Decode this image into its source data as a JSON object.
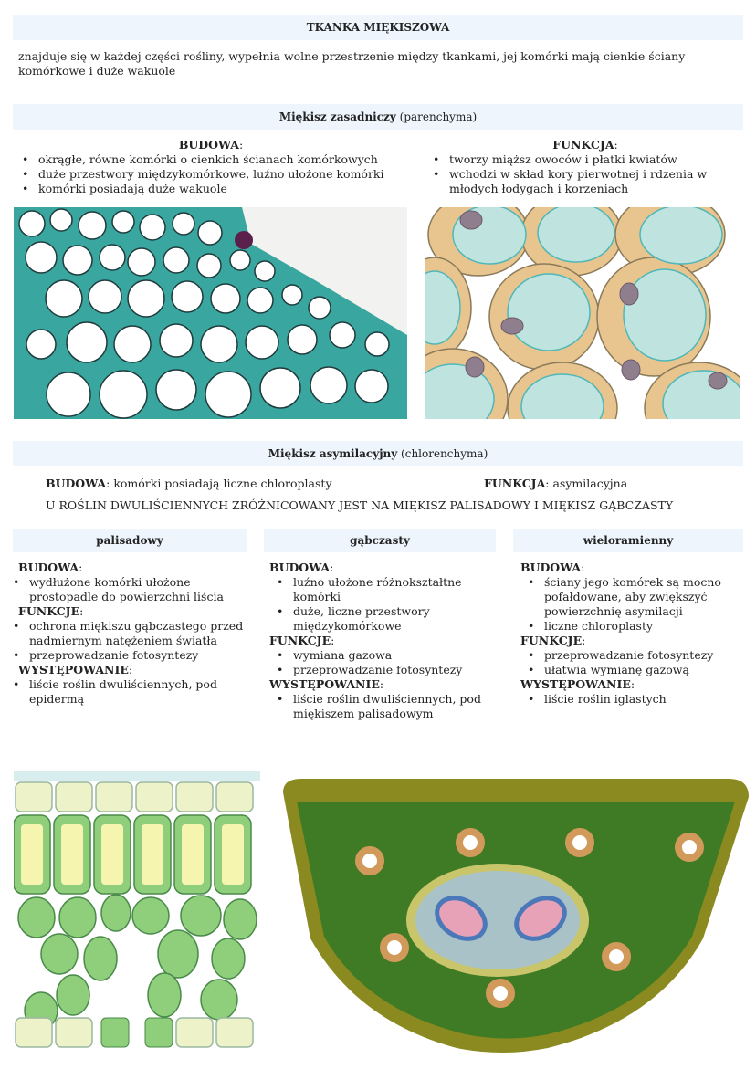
{
  "title": "TKANKA MIĘKISZOWA",
  "intro": "znajduje się w każdej części rośliny, wypełnia wolne przestrzenie między tkankami, jej komórki mają cienkie ściany komórkowe i duże wakuole",
  "parenchyma": {
    "heading_bold": "Miękisz zasadniczy",
    "heading_rest": " (parenchyma)",
    "budowa_label": "BUDOWA",
    "budowa_items": [
      "okrągłe, równe komórki o cienkich ścianach komórkowych",
      "duże przestwory międzykomórkowe, luźno ułożone komórki",
      "komórki posiadają duże wakuole"
    ],
    "funkcja_label": "FUNKCJA",
    "funkcja_items": [
      "tworzy miąższ owoców i płatki kwiatów",
      "wchodzi w skład kory pierwotnej i rdzenia w młodych łodygach i korzeniach"
    ],
    "images": [
      "micrograph-parenchyma-tissue",
      "illustration-parenchyma-cells"
    ]
  },
  "chlorenchyma": {
    "heading_bold": "Miękisz asymilacyjny",
    "heading_rest": " (chlorenchyma)",
    "budowa_label": "BUDOWA",
    "budowa_text": ": komórki posiadają liczne chloroplasty",
    "funkcja_label": "FUNKCJA",
    "funkcja_text": ": asymilacyjna",
    "note": "U ROŚLIN DWULIŚCIENNYCH ZRÓŻNICOWANY JEST NA MIĘKISZ PALISADOWY I MIĘKISZ GĄBCZASTY"
  },
  "types": [
    {
      "name": "palisadowy",
      "budowa": [
        "wydłużone komórki ułożone prostopadle do powierzchni liścia"
      ],
      "funkcje": [
        "ochrona miękiszu gąbczastego przed nadmiernym natężeniem światła",
        "przeprowadzanie fotosyntezy"
      ],
      "wystepowanie": [
        "liście roślin dwuliściennych, pod epidermą"
      ]
    },
    {
      "name": "gąbczasty",
      "budowa": [
        "luźno ułożone różnokształtne komórki",
        "duże, liczne przestwory międzykomórkowe"
      ],
      "funkcje": [
        "wymiana gazowa",
        "przeprowadzanie fotosyntezy"
      ],
      "wystepowanie": [
        "liście roślin dwuliściennych, pod miękiszem palisadowym"
      ]
    },
    {
      "name": "wieloramienny",
      "budowa": [
        "ściany jego komórek są mocno pofałdowane, aby zwiększyć powierzchnię asymilacji",
        "liczne chloroplasty"
      ],
      "funkcje": [
        "przeprowadzanie fotosyntezy",
        "ułatwia wymianę gazową"
      ],
      "wystepowanie": [
        "liście roślin iglastych"
      ]
    }
  ],
  "labels": {
    "budowa": "BUDOWA",
    "funkcje": "FUNKCJE",
    "wystepowanie": "WYSTĘPOWANIE",
    "colon": ":"
  },
  "bottom_images": [
    "illustration-leaf-cross-section",
    "illustration-pine-needle-cross-section"
  ],
  "colors": {
    "header_bg": "#eef5fd",
    "text": "#222222"
  }
}
